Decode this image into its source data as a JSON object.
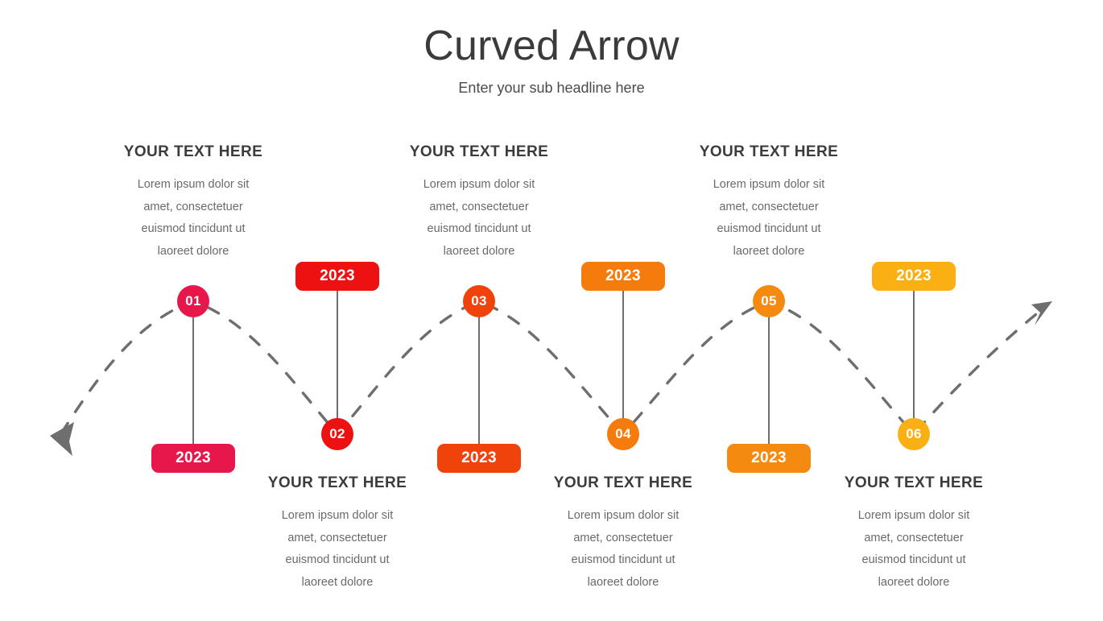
{
  "header": {
    "title": "Curved Arrow",
    "subtitle": "Enter your sub headline here"
  },
  "colors": {
    "accent_1": "#E8174B",
    "accent_2": "#EE1111",
    "accent_3": "#F0430C",
    "accent_4": "#F57B0C",
    "accent_5": "#F58A10",
    "accent_6": "#FAAF13",
    "curve": "#6e6e6e",
    "stem": "#6e6e6e",
    "heading_text": "#3c3c3c",
    "body_text": "#6a6a6a"
  },
  "body_text_lines": [
    "Lorem ipsum dolor sit",
    "amet, consectetuer",
    "euismod tincidunt ut",
    "laoreet dolore"
  ],
  "steps": [
    {
      "number": "01",
      "year": "2023",
      "heading": "YOUR TEXT HERE",
      "body": "Lorem ipsum dolor sit amet, consectetuer euismod tincidunt ut laoreet dolore",
      "color": "#E8174B",
      "position": "peak"
    },
    {
      "number": "02",
      "year": "2023",
      "heading": "YOUR TEXT HERE",
      "body": "Lorem ipsum dolor sit amet, consectetuer euismod tincidunt ut laoreet dolore",
      "color": "#EE1111",
      "position": "trough"
    },
    {
      "number": "03",
      "year": "2023",
      "heading": "YOUR TEXT HERE",
      "body": "Lorem ipsum dolor sit amet, consectetuer euismod tincidunt ut laoreet dolore",
      "color": "#F0430C",
      "position": "peak"
    },
    {
      "number": "04",
      "year": "2023",
      "heading": "YOUR TEXT HERE",
      "body": "Lorem ipsum dolor sit amet, consectetuer euismod tincidunt ut laoreet dolore",
      "color": "#F57B0C",
      "position": "trough"
    },
    {
      "number": "05",
      "year": "2023",
      "heading": "YOUR TEXT HERE",
      "body": "Lorem ipsum dolor sit amet, consectetuer euismod tincidunt ut laoreet dolore",
      "color": "#F58A10",
      "position": "peak"
    },
    {
      "number": "06",
      "year": "2023",
      "heading": "YOUR TEXT HERE",
      "body": "Lorem ipsum dolor sit amet, consectetuer euismod tincidunt ut laoreet dolore",
      "color": "#FAAF13",
      "position": "trough"
    }
  ]
}
